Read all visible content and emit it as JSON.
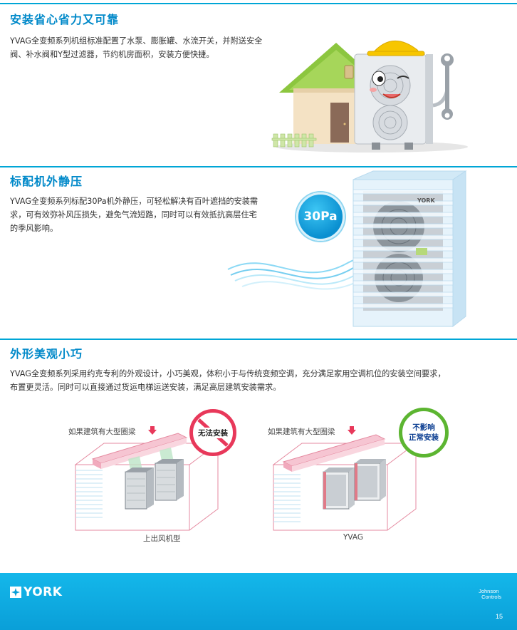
{
  "sections": [
    {
      "title": "安装省心省力又可靠",
      "body": "YVAG全变频系列机组标准配置了水泵、膨胀罐、水流开关，并附送安全阀、补水阀和Y型过滤器，节约机房面积，安装方便快捷。"
    },
    {
      "title": "标配机外静压",
      "body": "YVAG全变频系列标配30Pa机外静压，可轻松解决有百叶遮挡的安装需求，可有效弥补风压损失，避免气流短路，同时可以有效抵抗高层住宅的季风影响。",
      "badge": "30Pa",
      "unit_brand": "YORK"
    },
    {
      "title": "外形美观小巧",
      "body": "YVAG全变频系列采用约克专利的外观设计，小巧美观，体积小于与传统变频空调，充分满足家用空调机位的安装空间要求，布置更灵活。同时可以直接通过货运电梯运送安装，满足高层建筑安装需求。",
      "left_diagram": {
        "beam_label": "如果建筑有大型圈梁",
        "badge": "无法安装",
        "caption": "上出风机型"
      },
      "right_diagram": {
        "beam_label": "如果建筑有大型圈梁",
        "badge_line1": "不影响",
        "badge_line2": "正常安装",
        "caption": "YVAG"
      }
    }
  ],
  "footer": {
    "brand": "YORK",
    "partner_line1": "Johnson",
    "partner_line2": "Controls",
    "page_number": "15"
  },
  "colors": {
    "accent": "#0089c9",
    "footer": "#0a9fd8",
    "no_badge": "#e8385a",
    "ok_badge": "#5cb531"
  },
  "icons": [
    "york-logo-icon",
    "arrow-down-icon",
    "no-entry-icon",
    "wrench-icon",
    "hard-hat-icon"
  ]
}
